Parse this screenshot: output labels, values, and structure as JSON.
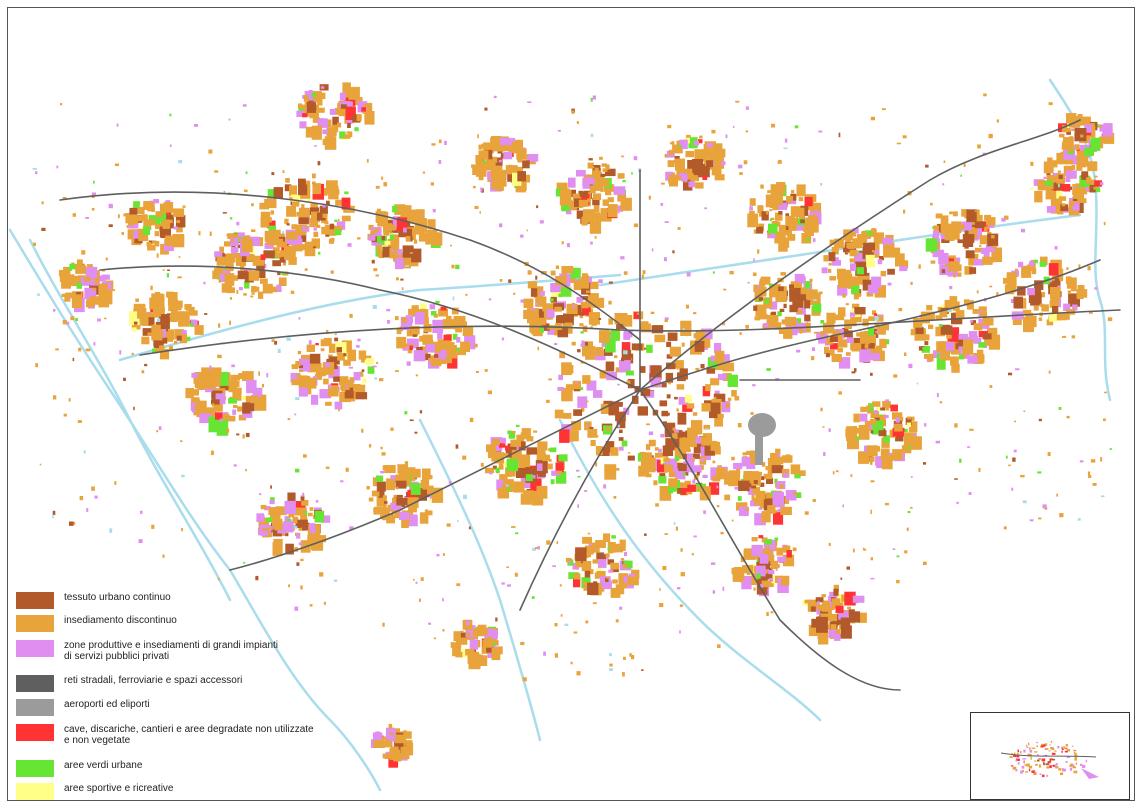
{
  "map": {
    "legend": [
      {
        "label": "tessuto urbano continuo",
        "color": "#b35a2b"
      },
      {
        "label": "insediamento discontinuo",
        "color": "#e8a33a"
      },
      {
        "label": "zone produttive e insediamenti di grandi impianti\ndi servizi pubblici privati",
        "color": "#e08ef0"
      },
      {
        "label": "reti stradali, ferroviarie e spazi accessori",
        "color": "#5f5f5f"
      },
      {
        "label": "aeroporti ed eliporti",
        "color": "#9b9b9b"
      },
      {
        "label": "cave, discariche, cantieri e aree degradate non utilizzate\ne non vegetate",
        "color": "#ff3333"
      },
      {
        "label": "aree verdi urbane",
        "color": "#66e633"
      },
      {
        "label": "aree sportive e ricreative",
        "color": "#ffff88"
      }
    ],
    "colors": {
      "water": "#a9dcec",
      "continuous_urban": "#b35a2b",
      "discontinuous": "#e8a33a",
      "productive": "#e08ef0",
      "roads": "#5f5f5f",
      "airports": "#9b9b9b",
      "quarries": "#ff3333",
      "green": "#66e633",
      "sports": "#ffff88"
    }
  }
}
